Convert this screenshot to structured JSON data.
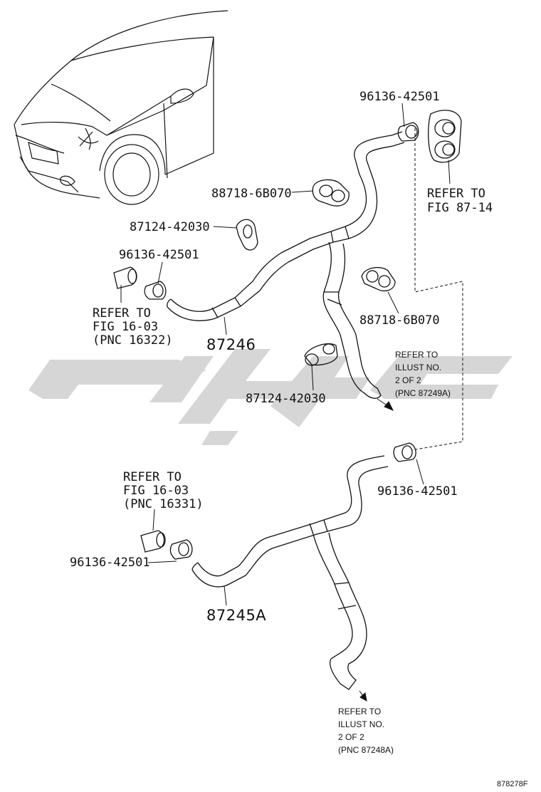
{
  "labels": {
    "clip_top": "96136-42501",
    "refer_top_1": "REFER TO",
    "refer_top_2": "FIG 87-14",
    "clamp_a": "88718-6B070",
    "clamp_b": "87124-42030",
    "clip_left": "96136-42501",
    "refer_left_1": "REFER TO",
    "refer_left_2": "FIG 16-03",
    "refer_left_3": "(PNC 16322)",
    "clamp_c": "88718-6B070",
    "hose_upper": "87246",
    "clamp_d": "87124-42030",
    "illust_upper_1": "REFER TO",
    "illust_upper_2": "ILLUST NO.",
    "illust_upper_3": "2 OF 2",
    "illust_upper_4": "(PNC 87249A)",
    "refer_mid_1": "REFER TO",
    "refer_mid_2": "FIG 16-03",
    "refer_mid_3": "(PNC 16331)",
    "clip_right": "96136-42501",
    "clip_lower": "96136-42501",
    "hose_lower": "87245A",
    "illust_lower_1": "REFER TO",
    "illust_lower_2": "ILLUST NO.",
    "illust_lower_3": "2 OF 2",
    "illust_lower_4": "(PNC 87248A)",
    "figure_number": "878278F"
  },
  "colors": {
    "line": "#111111",
    "watermark": "#d4d4d4"
  }
}
